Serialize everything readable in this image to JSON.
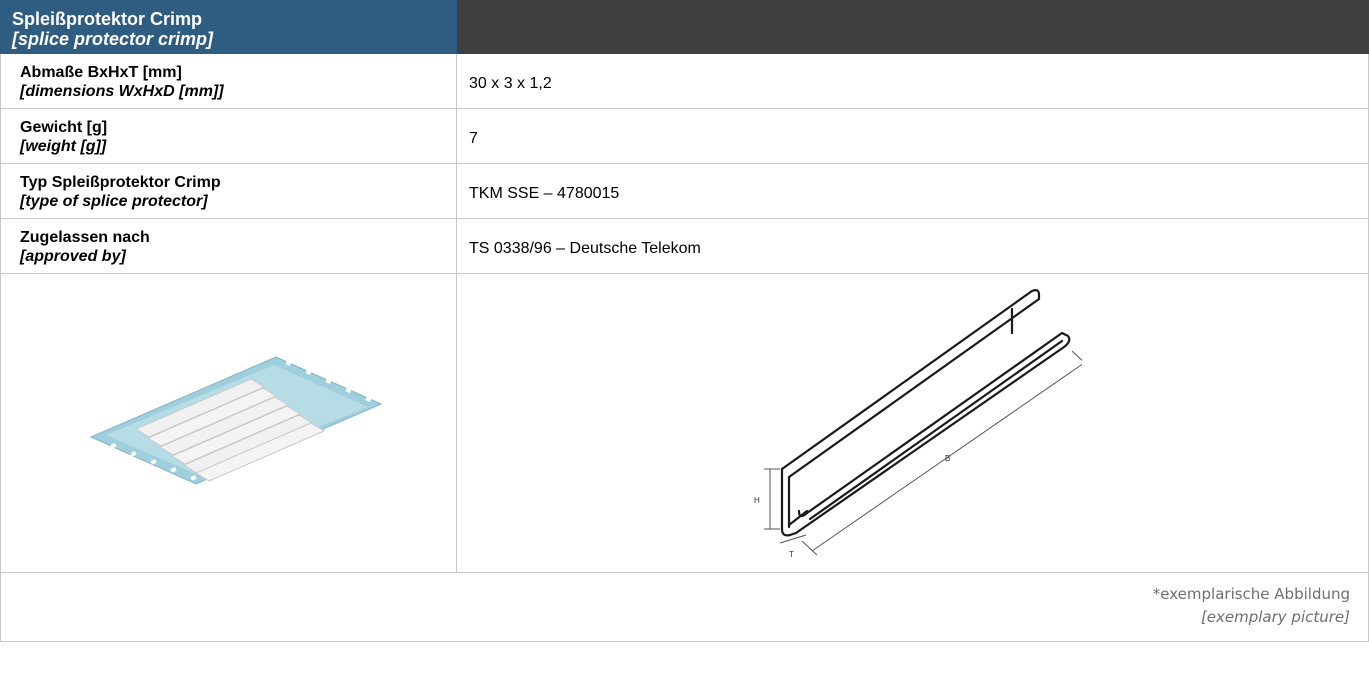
{
  "header": {
    "title_de": "Spleißprotektor Crimp",
    "title_en": "[splice protector crimp]"
  },
  "rows": [
    {
      "label_de": "Abmaße BxHxT [mm]",
      "label_en": "[dimensions WxHxD [mm]]",
      "value": "30 x 3 x 1,2"
    },
    {
      "label_de": "Gewicht [g]",
      "label_en": "[weight [g]]",
      "value": "7"
    },
    {
      "label_de": "Typ Spleißprotektor Crimp",
      "label_en": "[type of splice protector]",
      "value": "TKM SSE – 4780015"
    },
    {
      "label_de": "Zugelassen nach",
      "label_en": "[approved by]",
      "value": "TS 0338/96 – Deutsche Telekom"
    }
  ],
  "diagram": {
    "dim_b": "B",
    "dim_h": "H",
    "dim_t": "T"
  },
  "footnote": {
    "de": "*exemplarische Abbildung",
    "en": "[exemplary picture]"
  },
  "colors": {
    "header_left": "#2f5d82",
    "header_right": "#404040",
    "border": "#c8c8c8"
  }
}
